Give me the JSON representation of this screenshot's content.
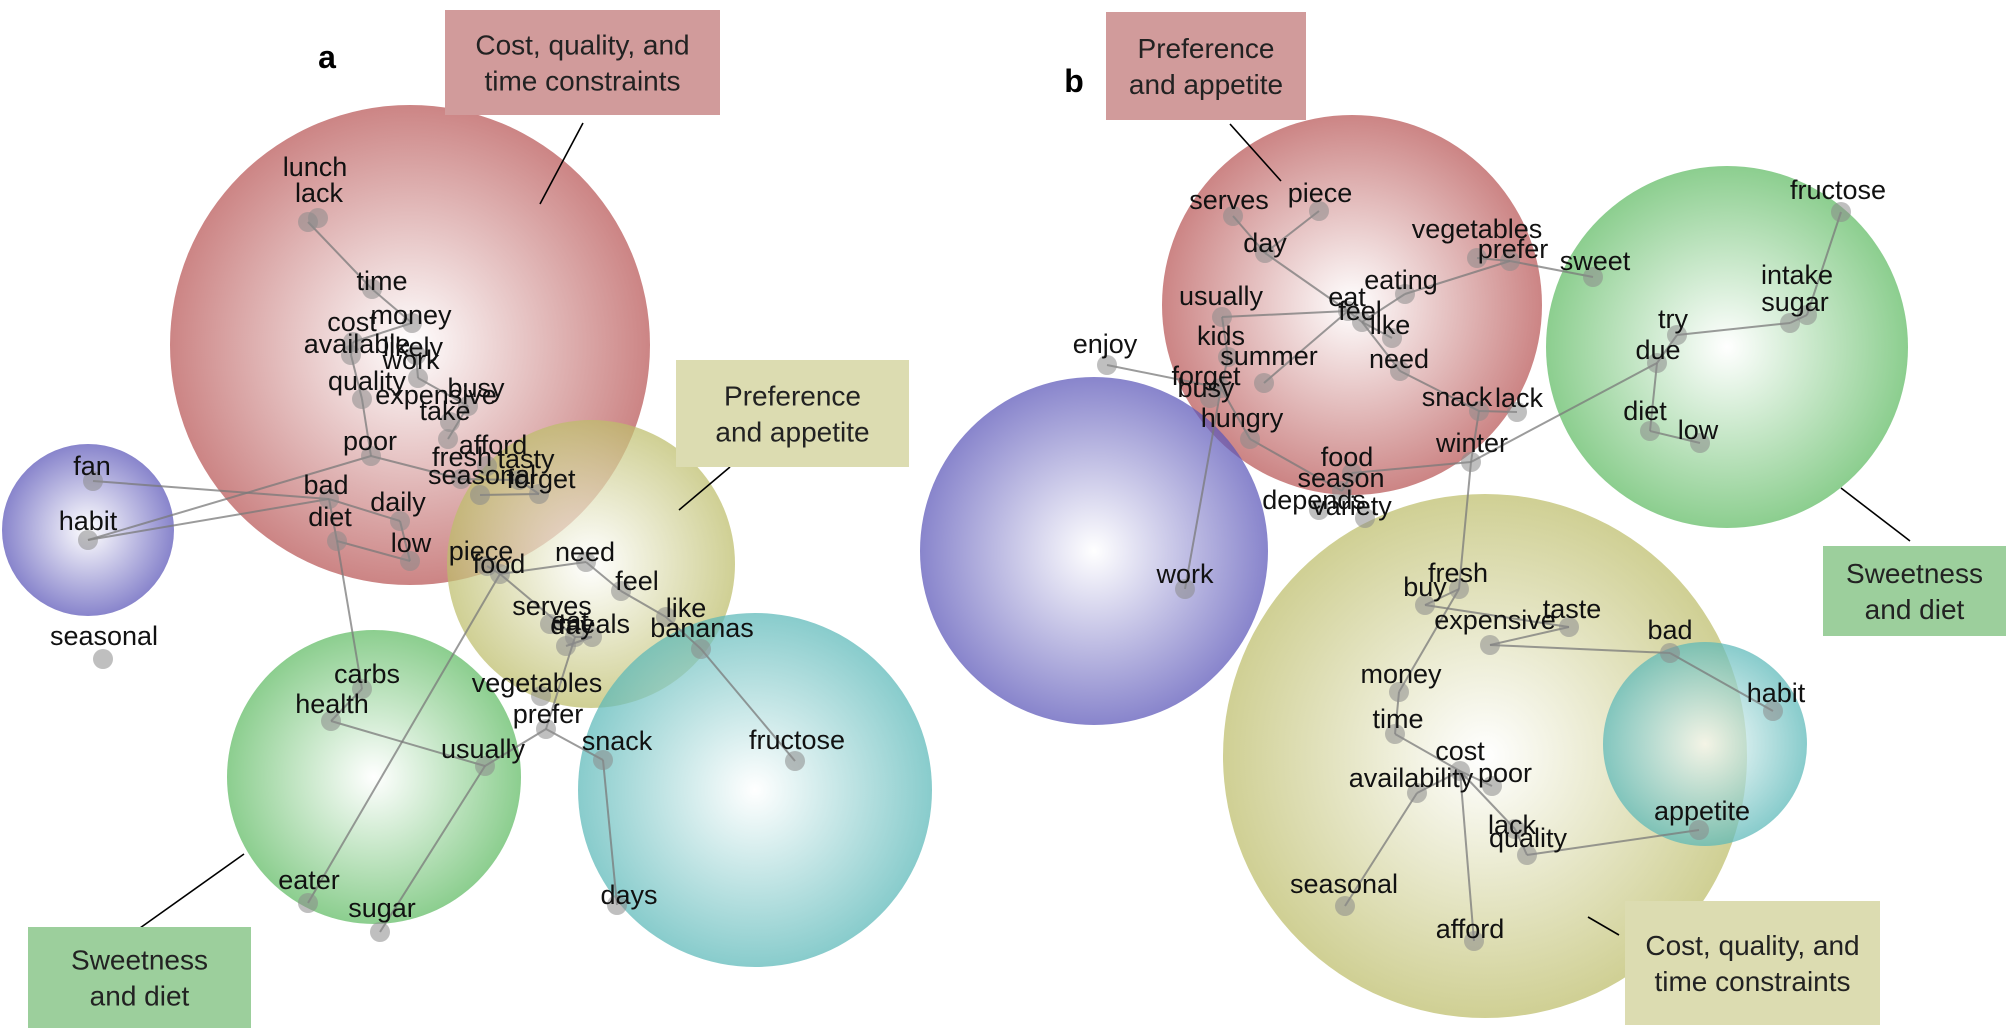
{
  "colors": {
    "red": "#b85555",
    "yellow": "#bdbd6a",
    "green": "#5fbb63",
    "blue": "#5a55b8",
    "teal": "#5ab8b8",
    "box_red": "#d19b9b",
    "box_yellow": "#dcdcb1",
    "box_green": "#9ccf9c"
  },
  "panels": [
    {
      "label": "a",
      "themes": [
        {
          "color": "red",
          "label_lines": [
            "Cost, quality, and",
            "time constraints"
          ]
        },
        {
          "color": "yellow",
          "label_lines": [
            "Preference",
            "and appetite"
          ]
        },
        {
          "color": "green",
          "label_lines": [
            "Sweetness",
            "and diet"
          ]
        },
        {
          "color": "blue",
          "label_lines": []
        },
        {
          "color": "teal",
          "label_lines": []
        }
      ],
      "words": [
        "lunch",
        "lack",
        "time",
        "money",
        "cost",
        "available",
        "likely",
        "work",
        "quality",
        "busy",
        "expensive",
        "take",
        "poor",
        "afford",
        "fresh",
        "tasty",
        "seasonal",
        "forget",
        "fan",
        "habit",
        "bad",
        "diet",
        "daily",
        "low",
        "piece",
        "food",
        "need",
        "feel",
        "like",
        "bananas",
        "serves",
        "day",
        "meals",
        "eat",
        "carbs",
        "health",
        "vegetables",
        "prefer",
        "usually",
        "snack",
        "fructose",
        "eater",
        "sugar",
        "days",
        "seasonal"
      ]
    },
    {
      "label": "b",
      "themes": [
        {
          "color": "red",
          "label_lines": [
            "Preference",
            "and appetite"
          ]
        },
        {
          "color": "green",
          "label_lines": [
            "Sweetness",
            "and diet"
          ]
        },
        {
          "color": "yellow",
          "label_lines": [
            "Cost, quality, and",
            "time constraints"
          ]
        },
        {
          "color": "blue",
          "label_lines": []
        },
        {
          "color": "teal",
          "label_lines": []
        }
      ],
      "words": [
        "serves",
        "piece",
        "day",
        "vegetables",
        "prefer",
        "sweet",
        "eating",
        "usually",
        "eat",
        "feel",
        "like",
        "kids",
        "enjoy",
        "summer",
        "need",
        "forget",
        "busy",
        "snack",
        "lack",
        "hungry",
        "winter",
        "food",
        "season",
        "depends",
        "variety",
        "work",
        "fructose",
        "intake",
        "sugar",
        "try",
        "due",
        "diet",
        "low",
        "fresh",
        "buy",
        "taste",
        "expensive",
        "bad",
        "money",
        "habit",
        "time",
        "cost",
        "poor",
        "availability",
        "lack",
        "quality",
        "appetite",
        "seasonal",
        "afford"
      ]
    }
  ]
}
